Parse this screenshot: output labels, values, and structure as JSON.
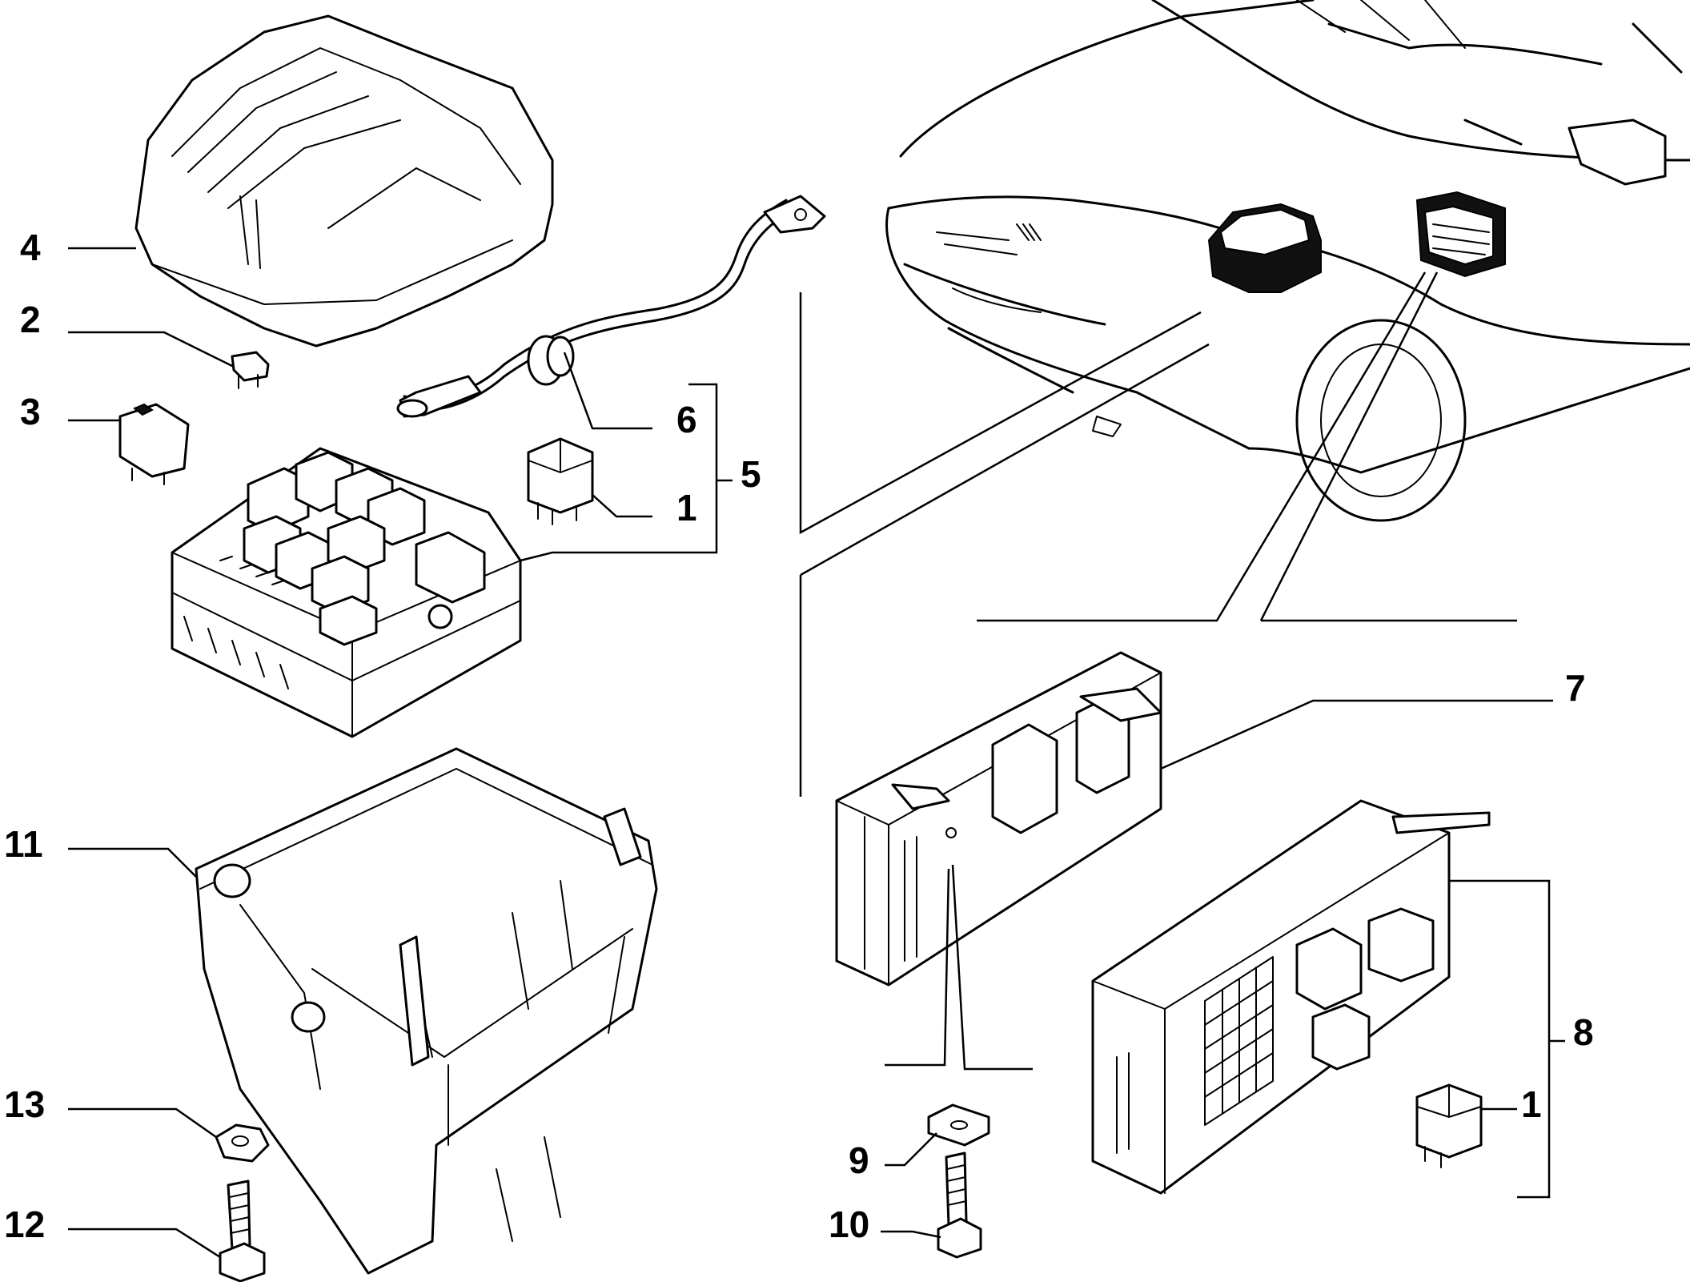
{
  "labels": {
    "l4": "4",
    "l2": "2",
    "l3": "3",
    "l6": "6",
    "l5": "5",
    "l1a": "1",
    "l11": "11",
    "l13": "13",
    "l12": "12",
    "l7": "7",
    "l8": "8",
    "l1b": "1",
    "l9": "9",
    "l10": "10"
  }
}
